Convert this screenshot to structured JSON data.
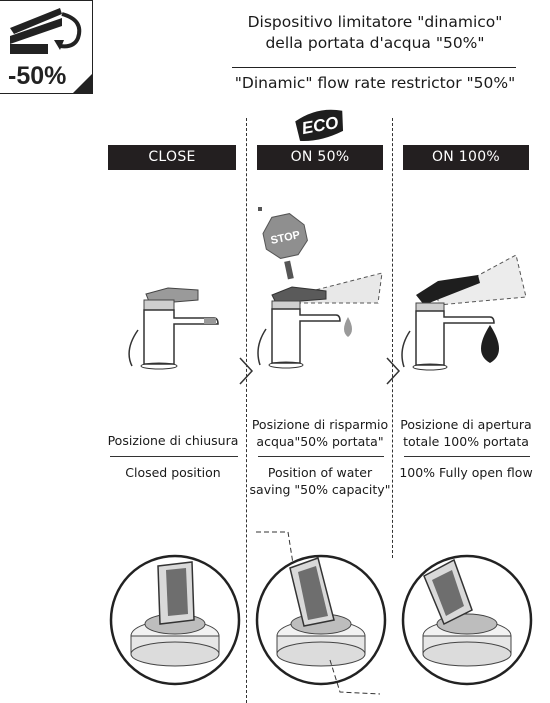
{
  "badge": {
    "text": "-50%",
    "icon": "flow-restrictor-icon"
  },
  "title": {
    "it_line1": "Dispositivo limitatore \"dinamico\"",
    "it_line2": "della portata d'acqua \"50%\"",
    "en": "\"Dinamic\" flow rate restrictor \"50%\""
  },
  "eco_label": "ECO",
  "stop_label": "STOP",
  "columns": [
    {
      "header": "CLOSE",
      "it_caption": [
        "Posizione di chiusura"
      ],
      "en_caption": [
        "Closed position"
      ]
    },
    {
      "header": "ON  50%",
      "it_caption": [
        "Posizione di risparmio",
        "acqua\"50% portata\""
      ],
      "en_caption": [
        "Position of water",
        "saving \"50% capacity\""
      ]
    },
    {
      "header": "ON  100%",
      "it_caption": [
        "Posizione di apertura",
        "totale 100% portata"
      ],
      "en_caption": [
        "100% Fully open flow"
      ]
    }
  ],
  "colors": {
    "header_bg": "#231f20",
    "lever_gray": "#9a9a9a",
    "lever_dark": "#1e1e1e",
    "stop_sign": "#8f8f8f"
  }
}
